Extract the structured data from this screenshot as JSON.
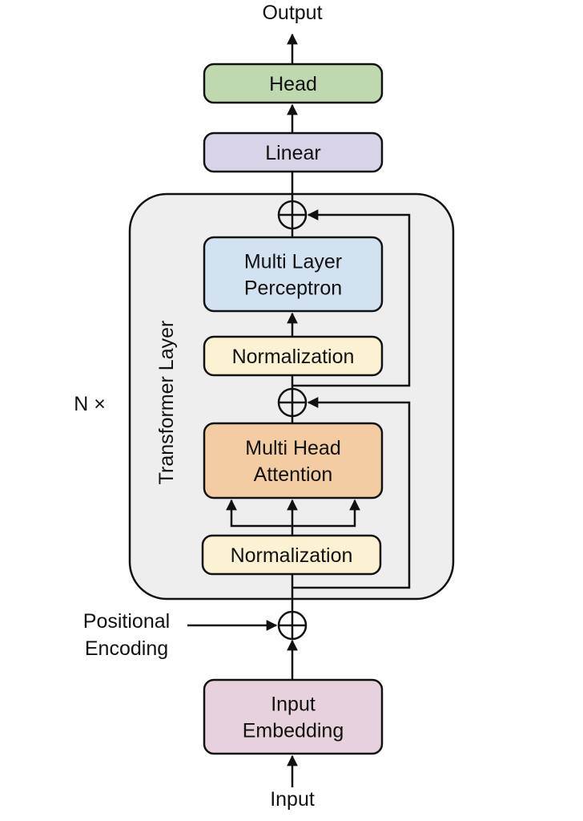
{
  "diagram": {
    "title": "Transformer Layer",
    "repeat_label": "N ×",
    "labels": {
      "output": "Output",
      "input": "Input",
      "positional_encoding": [
        "Positional",
        "Encoding"
      ]
    },
    "blocks": {
      "head": {
        "lines": [
          "Head"
        ],
        "color": "#bfd8b0"
      },
      "linear": {
        "lines": [
          "Linear"
        ],
        "color": "#d9d3e8"
      },
      "mlp": {
        "lines": [
          "Multi Layer",
          "Perceptron"
        ],
        "color": "#d3e2f1"
      },
      "norm1": {
        "lines": [
          "Normalization"
        ],
        "color": "#fdf1d3"
      },
      "mha": {
        "lines": [
          "Multi Head",
          "Attention"
        ],
        "color": "#f3cca3"
      },
      "norm2": {
        "lines": [
          "Normalization"
        ],
        "color": "#fdf1d3"
      },
      "embedding": {
        "lines": [
          "Input",
          "Embedding"
        ],
        "color": "#e6d1dc"
      }
    },
    "container_color": "#eeeeee"
  }
}
